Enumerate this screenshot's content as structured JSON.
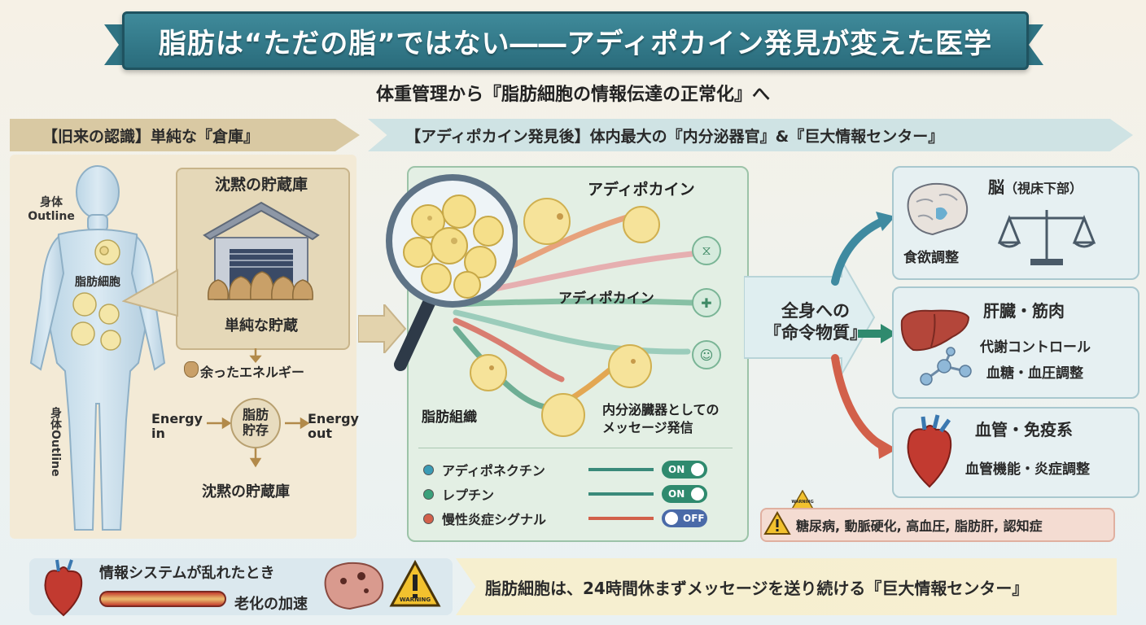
{
  "title": "脂肪は“ただの脂”ではない――アディポカイン発見が変えた医学",
  "subtitle": "体重管理から『脂肪細胞の情報伝達の正常化』へ",
  "left_section": {
    "header": "【旧来の認識】単純な『倉庫』",
    "body_label_top": "身体",
    "body_label_top2": "Outline",
    "body_label_side": "身体Outline",
    "fat_cell_label": "脂肪細胞",
    "storage_title": "沈黙の貯蔵庫",
    "storage_caption": "単純な貯蔵",
    "surplus": "余ったエネルギー",
    "energy_in": "Energy in",
    "energy_out": "Energy out",
    "fat_store": "脂肪貯存",
    "bottom_caption": "沈黙の貯蔵庫"
  },
  "right_section": {
    "header": "【アディポカイン発見後】体内最大の『内分泌器官』&『巨大情報センター』",
    "adipokine_title": "アディポカイン",
    "adipokine_mid": "アディポカイン",
    "adipose_tissue": "脂肪組織",
    "endocrine_msg_1": "内分泌臓器としての",
    "endocrine_msg_2": "メッセージ発信",
    "legend": [
      {
        "label": "アディポネクチン",
        "state": "ON",
        "color": "#3a9bb5"
      },
      {
        "label": "レプチン",
        "state": "ON",
        "color": "#3aa07a"
      },
      {
        "label": "慢性炎症シグナル",
        "state": "OFF",
        "color": "#d2604a"
      }
    ],
    "center_1": "全身への",
    "center_2": "『命令物質』"
  },
  "organs": [
    {
      "title": "脳",
      "title_suffix": "（視床下部）",
      "sub": "食欲調整"
    },
    {
      "title": "肝臓・筋肉",
      "sub": "代謝コントロール",
      "sub2": "血糖・血圧調整"
    },
    {
      "title": "血管・免疫系",
      "sub": "血管機能・炎症調整"
    }
  ],
  "warning": {
    "diseases": "糖尿病, 動脈硬化, 高血圧, 脂肪肝, 認知症",
    "sign_small": "WARNING"
  },
  "bottom": {
    "left_1": "情報システムが乱れたとき",
    "left_2": "老化の加速",
    "warning_sign": "WARNING",
    "right": "脂肪細胞は、24時間休まずメッセージを送り続ける『巨大情報センター』"
  }
}
